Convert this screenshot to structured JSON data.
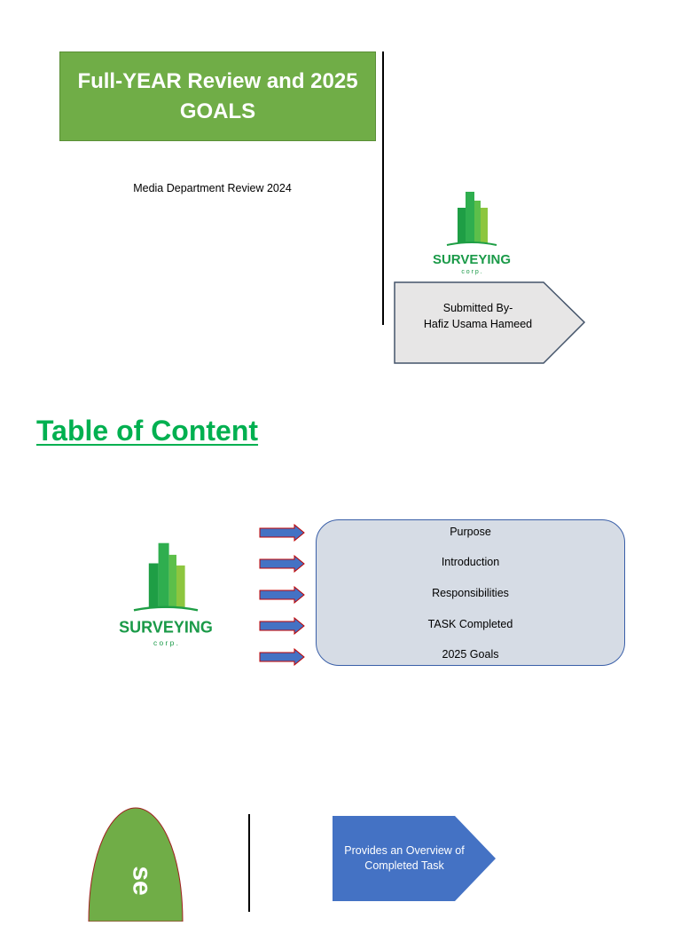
{
  "cover": {
    "title": "Full-YEAR Review and 2025 GOALS",
    "subtitle": "Media Department Review 2024",
    "submitted_by_label": "Submitted By-",
    "submitted_by_name": "Hafiz Usama Hameed"
  },
  "logo": {
    "name": "SURVEYING",
    "tagline": "c o r p .",
    "colors": {
      "dark_green": "#1e9e45",
      "light_green": "#8dc63f",
      "text_green": "#1a9a48"
    }
  },
  "toc": {
    "heading": "Table of Content",
    "items": [
      "Purpose",
      "Introduction",
      "Responsibilities",
      "TASK Completed",
      "2025 Goals"
    ]
  },
  "purpose": {
    "label": "se",
    "overview_text": "Provides an Overview of Completed Task"
  },
  "colors": {
    "title_green": "#70ad47",
    "heading_green": "#00b050",
    "toc_box_fill": "#d6dce5",
    "arrow_blue": "#4472c4",
    "arrow_outline": "#c00000"
  },
  "icons": [
    "building-logo-icon",
    "right-arrow-icon",
    "pentagon-arrow-icon",
    "oval-shape-icon"
  ]
}
